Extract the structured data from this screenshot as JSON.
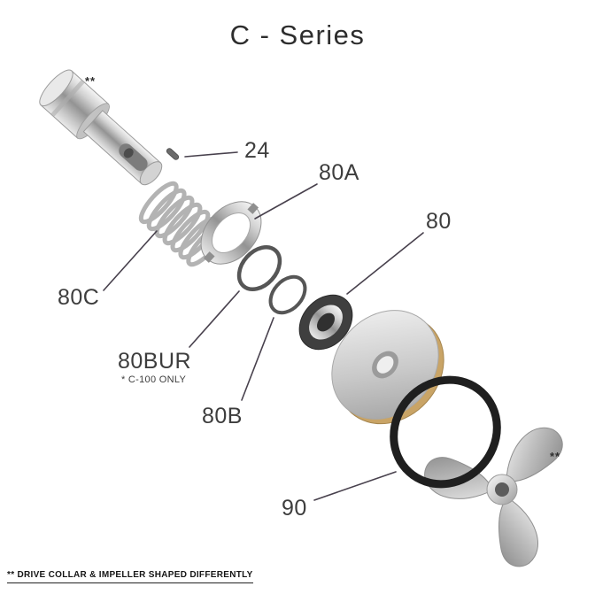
{
  "title": "C - Series",
  "labels": {
    "part24": "24",
    "part80A": "80A",
    "part80": "80",
    "part80C": "80C",
    "part80BUR": "80BUR",
    "part80BUR_note": "* C-100 ONLY",
    "part80B": "80B",
    "part90": "90",
    "collar_marker": "**",
    "impeller_marker": "**"
  },
  "footer": {
    "note": "** DRIVE COLLAR & IMPELLER SHAPED DIFFERENTLY"
  },
  "colors": {
    "background": "#ffffff",
    "label_text": "#3d3d3d",
    "leader_line": "#48414d",
    "o_ring_black": "#1f1f1f",
    "seal_dark": "#3f3f3f",
    "backplate_gold_edge": "#c9a466",
    "steel_gray": "#939393"
  }
}
